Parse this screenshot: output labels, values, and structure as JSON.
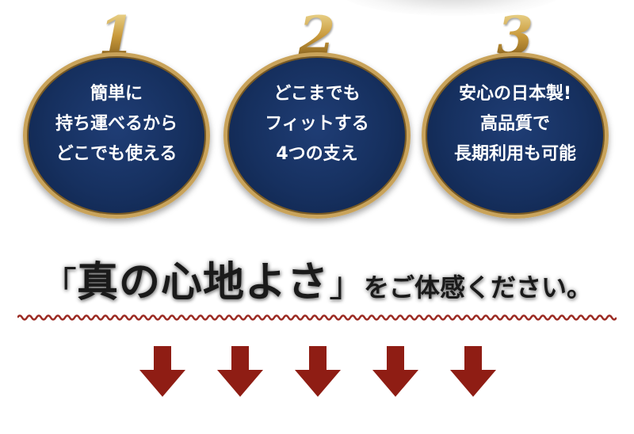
{
  "features": [
    {
      "number": "1",
      "lines": [
        "簡単に",
        "持ち運べるから",
        "どこでも使える"
      ]
    },
    {
      "number": "2",
      "lines": [
        "どこまでも",
        "フィットする",
        "4つの支え"
      ]
    },
    {
      "number": "3",
      "lines": [
        "安心の日本製!",
        "高品質で",
        "長期利用も可能"
      ]
    }
  ],
  "headline": {
    "open_bracket": "「",
    "emphasis": "真の心地よさ",
    "close_bracket": "」",
    "rest": "をご体感ください。"
  },
  "colors": {
    "circle_navy": "#16305f",
    "gold": "#c9a35a",
    "wave_red": "#9b2a22",
    "arrow_red": "#8f1d14"
  },
  "arrows": {
    "count": 5,
    "icon": "down-arrow-icon"
  }
}
